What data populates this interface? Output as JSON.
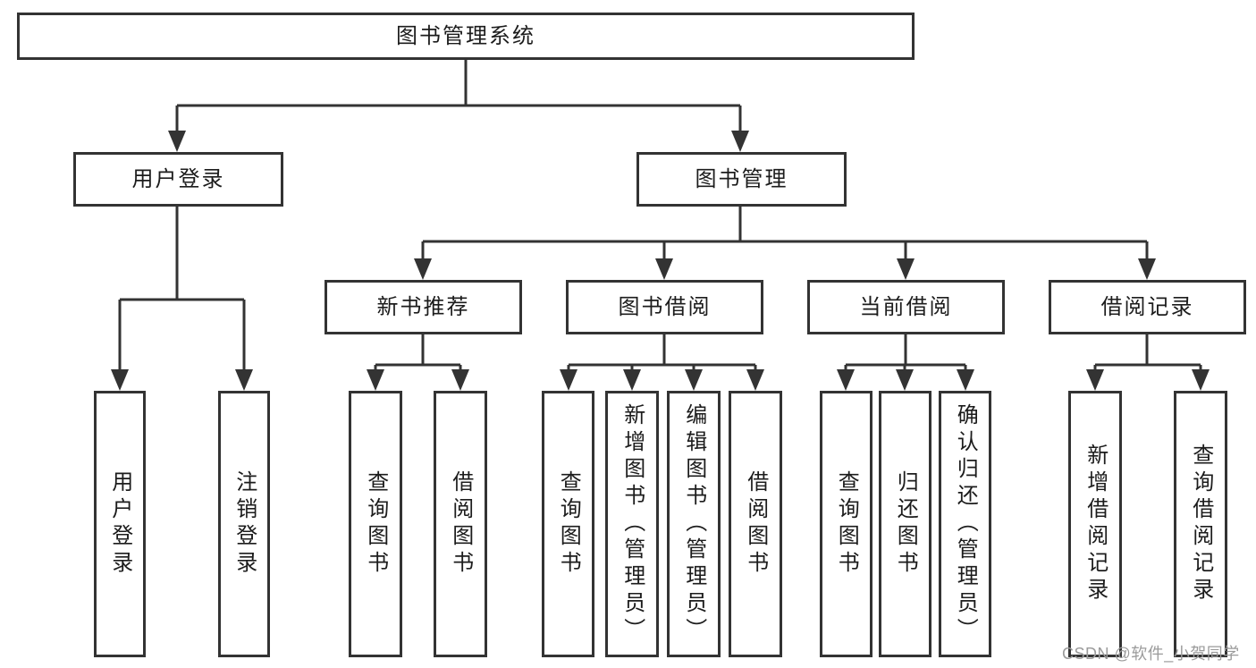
{
  "diagram": {
    "title": "图书管理系统",
    "level2": {
      "user_login": "用户登录",
      "book_mgmt": "图书管理"
    },
    "level3": {
      "new_book": "新书推荐",
      "book_borrow": "图书借阅",
      "current_borrow": "当前借阅",
      "borrow_record": "借阅记录"
    },
    "leaves": {
      "user_login": [
        "用户登录",
        "注销登录"
      ],
      "new_book": [
        "查询图书",
        "借阅图书"
      ],
      "book_borrow": [
        "查询图书",
        "新增图书（管理员）",
        "编辑图书（管理员）",
        "借阅图书"
      ],
      "current_borrow": [
        "查询图书",
        "归还图书",
        "确认归还（管理员）"
      ],
      "borrow_record": [
        "新增借阅记录",
        "查询借阅记录"
      ]
    },
    "watermark": "CSDN @软件_小贺同学",
    "colors": {
      "line": "#333333",
      "text": "#1c1c1c",
      "watermark": "#9b9b9b",
      "background": "#ffffff"
    }
  }
}
